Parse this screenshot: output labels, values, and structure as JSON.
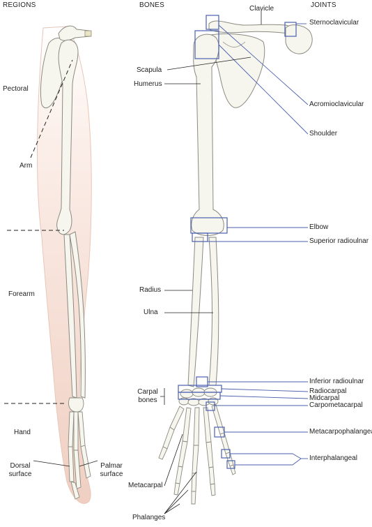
{
  "headers": {
    "regions": "REGIONS",
    "bones": "BONES",
    "joints": "JOINTS"
  },
  "regions": {
    "pectoral": "Pectoral",
    "arm": "Arm",
    "forearm": "Forearm",
    "hand": "Hand",
    "dorsal_line1": "Dorsal",
    "dorsal_line2": "surface",
    "palmar_line1": "Palmar",
    "palmar_line2": "surface"
  },
  "bones": {
    "clavicle": "Clavicle",
    "scapula": "Scapula",
    "humerus": "Humerus",
    "radius": "Radius",
    "ulna": "Ulna",
    "carpal_line1": "Carpal",
    "carpal_line2": "bones",
    "metacarpal": "Metacarpal",
    "phalanges": "Phalanges"
  },
  "joints": {
    "sternoclavicular": "Sternoclavicular",
    "acromioclavicular": "Acromioclavicular",
    "shoulder": "Shoulder",
    "elbow": "Elbow",
    "superior_radioulnar": "Superior radioulnar",
    "inferior_radioulnar": "Inferior radioulnar",
    "radiocarpal": "Radiocarpal",
    "midcarpal": "Midcarpal",
    "carpometacarpal": "Carpometacarpal",
    "metacarpophalangeal": "Metacarpophalangeal",
    "interphalangeal": "Interphalangeal"
  },
  "colors": {
    "joint_box": "#4a5fae",
    "bone_fill": "#f7f6ee",
    "bone_stroke": "#8a8a80",
    "skin_top": "#ffffff",
    "skin_bottom": "#f1d3c6",
    "leader": "#222222"
  }
}
